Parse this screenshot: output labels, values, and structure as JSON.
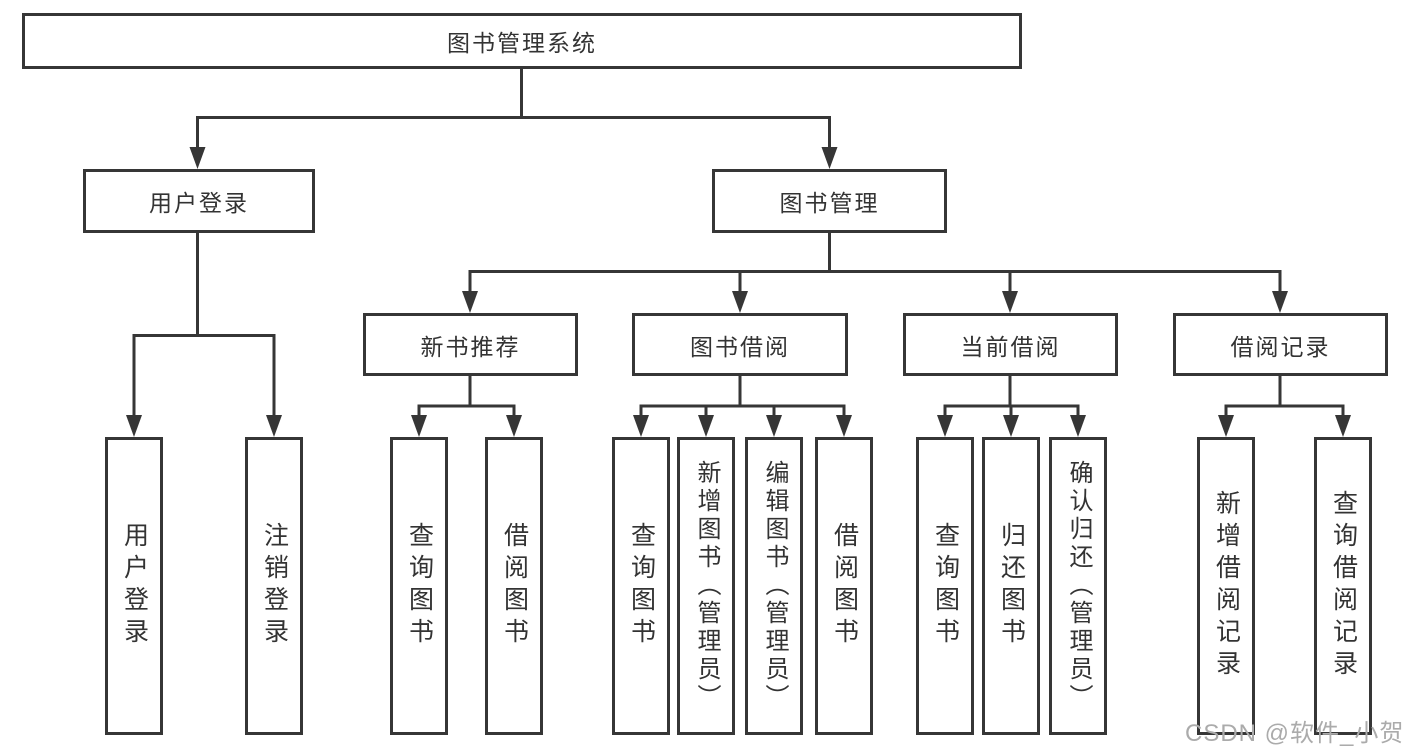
{
  "diagram": {
    "root": {
      "label": "图书管理系统"
    },
    "branches": [
      {
        "label": "用户登录",
        "children": [
          {
            "label": "用户登录"
          },
          {
            "label": "注销登录"
          }
        ]
      },
      {
        "label": "图书管理",
        "children": [
          {
            "label": "新书推荐",
            "children": [
              {
                "label": "查询图书"
              },
              {
                "label": "借阅图书"
              }
            ]
          },
          {
            "label": "图书借阅",
            "children": [
              {
                "label": "查询图书"
              },
              {
                "label": "新增图书（管理员）"
              },
              {
                "label": "编辑图书（管理员）"
              },
              {
                "label": "借阅图书"
              }
            ]
          },
          {
            "label": "当前借阅",
            "children": [
              {
                "label": "查询图书"
              },
              {
                "label": "归还图书"
              },
              {
                "label": "确认归还（管理员）"
              }
            ]
          },
          {
            "label": "借阅记录",
            "children": [
              {
                "label": "新增借阅记录"
              },
              {
                "label": "查询借阅记录"
              }
            ]
          }
        ]
      }
    ]
  },
  "watermark": {
    "text": "CSDN @软件_小贺同学"
  },
  "colors": {
    "line": "#363636",
    "text": "#333333",
    "watermark": "#ababab",
    "background": "#ffffff"
  }
}
